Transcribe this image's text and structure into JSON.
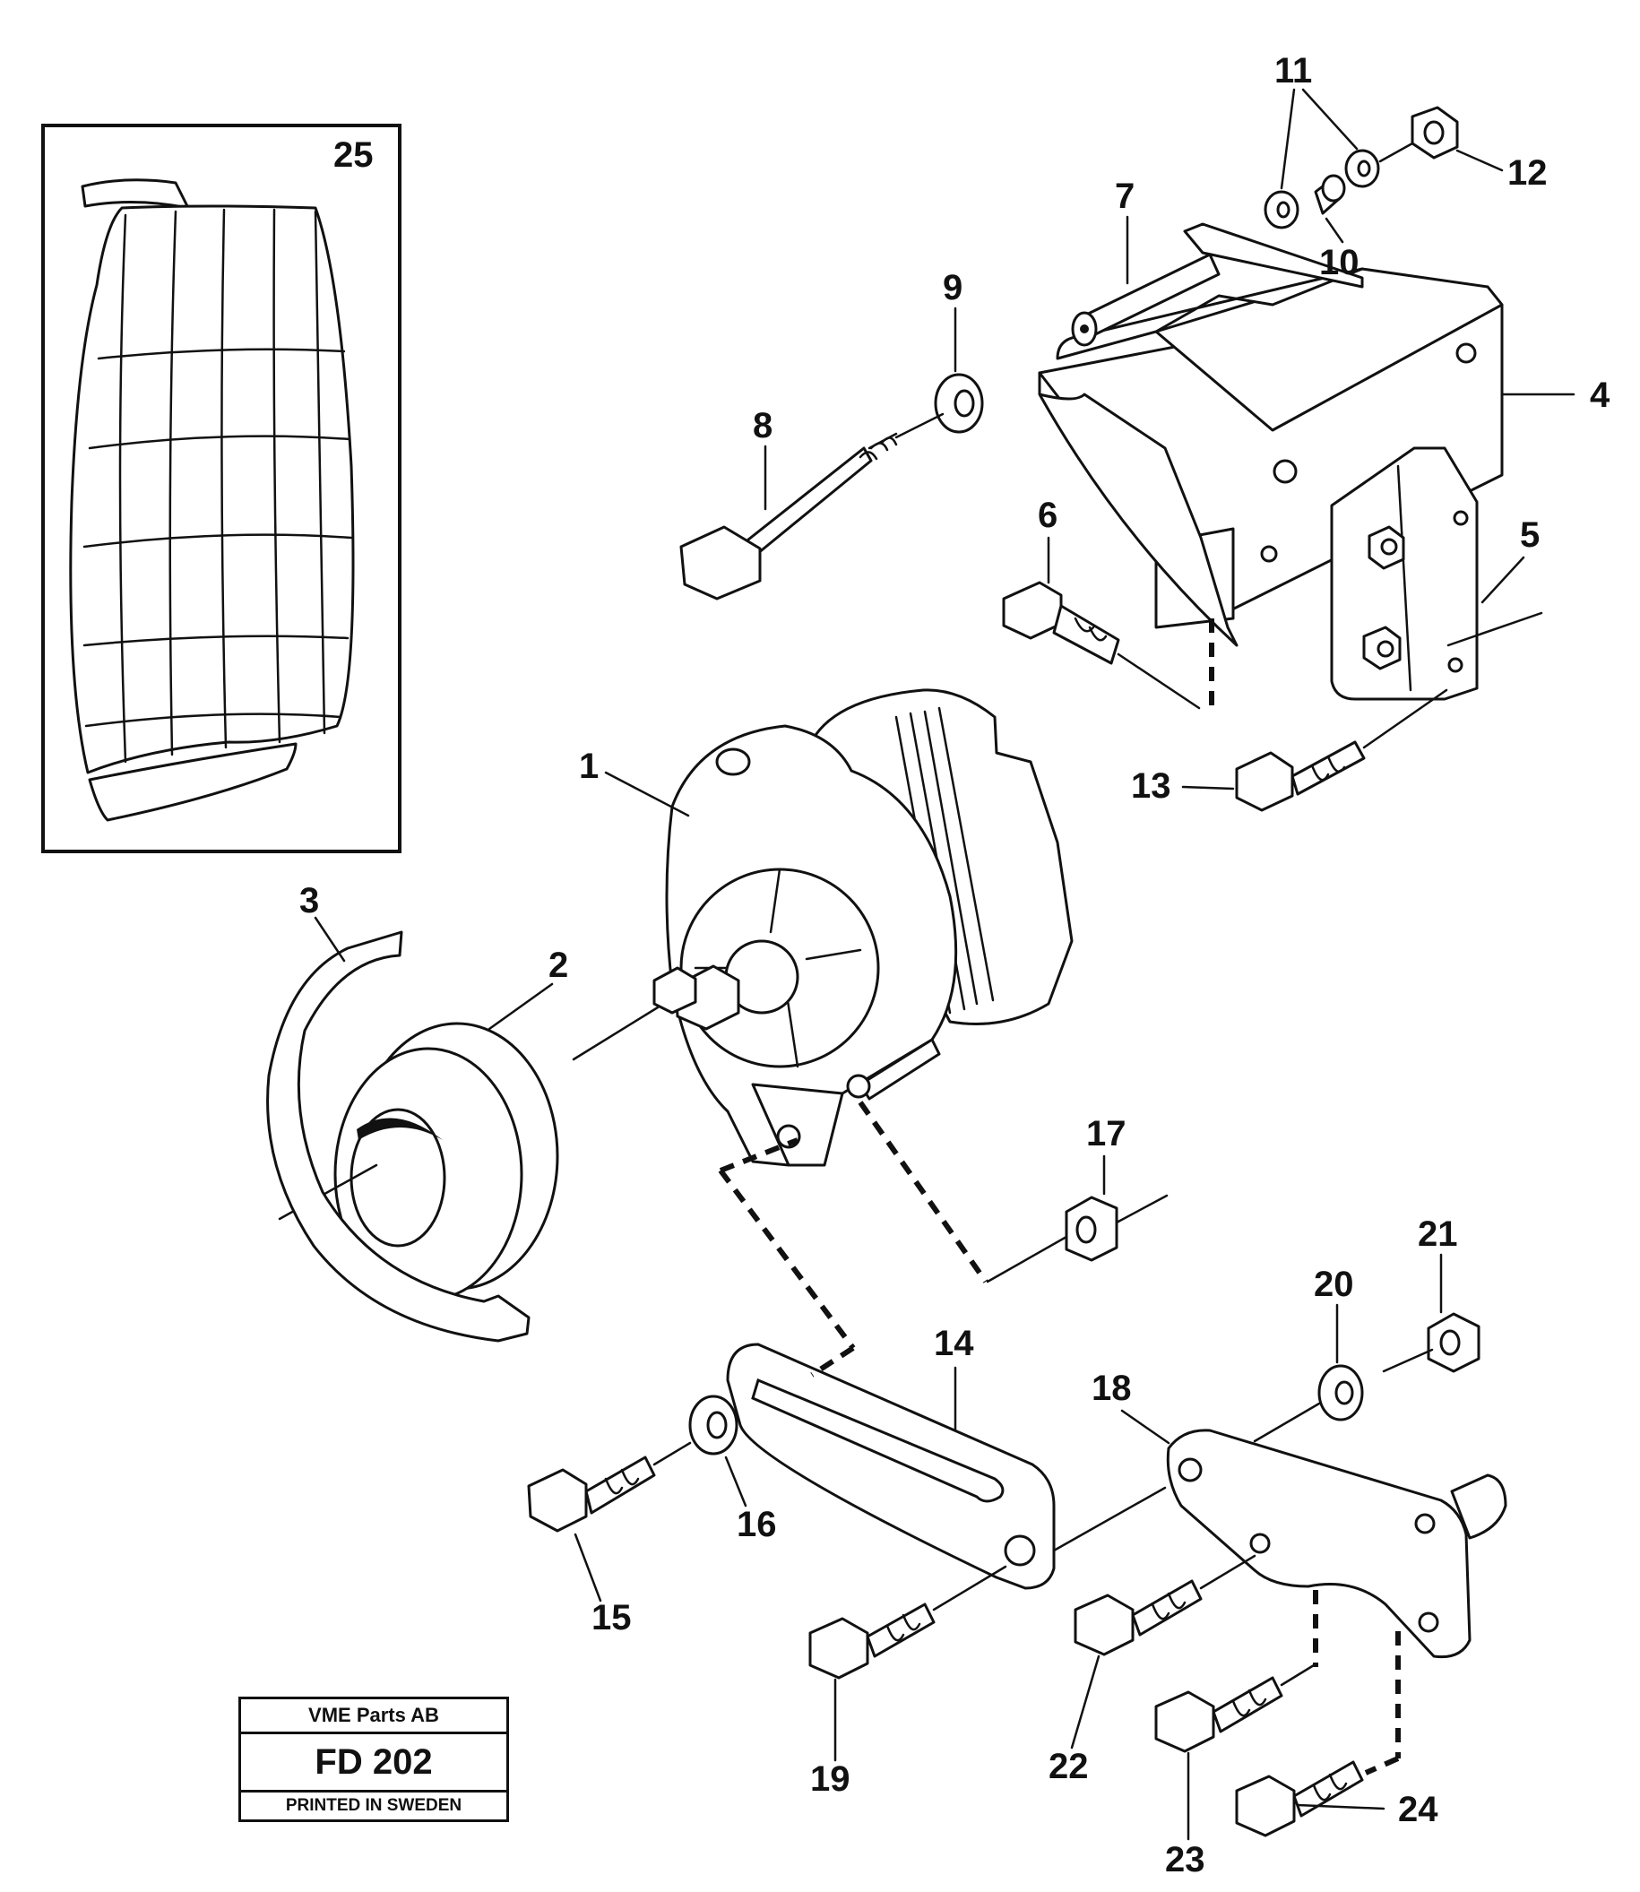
{
  "callouts": {
    "c1": "1",
    "c2": "2",
    "c3": "3",
    "c4": "4",
    "c5": "5",
    "c6": "6",
    "c7": "7",
    "c8": "8",
    "c9": "9",
    "c10": "10",
    "c11": "11",
    "c12": "12",
    "c13": "13",
    "c14": "14",
    "c15": "15",
    "c16": "16",
    "c17": "17",
    "c18": "18",
    "c19": "19",
    "c20": "20",
    "c21": "21",
    "c22": "22",
    "c23": "23",
    "c24": "24",
    "c25": "25"
  },
  "title_block": {
    "company": "VME Parts AB",
    "code": "FD 202",
    "printed": "PRINTED IN SWEDEN"
  }
}
